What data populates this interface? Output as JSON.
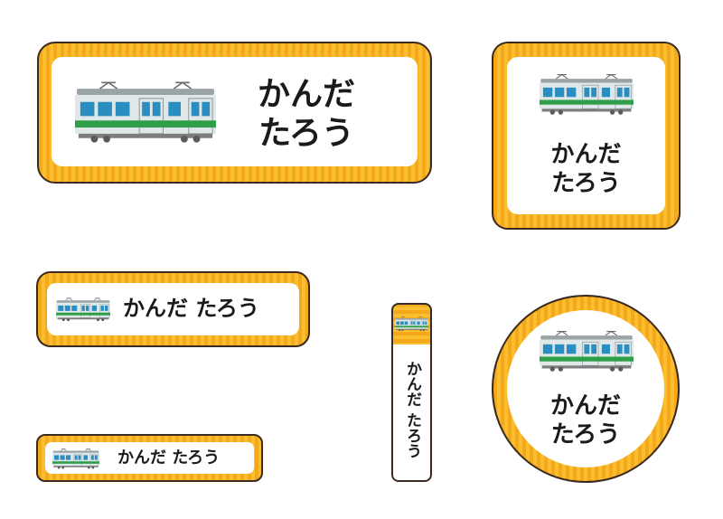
{
  "labels": {
    "large_rect": {
      "line1": "かんだ",
      "line2": "たろう"
    },
    "square": {
      "line1": "かんだ",
      "line2": "たろう"
    },
    "medium_strip": {
      "full": "かんだ たろう"
    },
    "small_strip": {
      "full": "かんだ たろう"
    },
    "vertical": {
      "full": "かんだ たろう"
    },
    "circle": {
      "line1": "かんだ",
      "line2": "たろう"
    }
  },
  "icon": "train-icon",
  "colors": {
    "stripe_dark": "#f6a81c",
    "stripe_light": "#fbbe2e",
    "border": "#3a2a20",
    "train_body": "#dfe7e8",
    "train_window": "#2a8fc0",
    "train_stripe": "#2e9e48"
  }
}
